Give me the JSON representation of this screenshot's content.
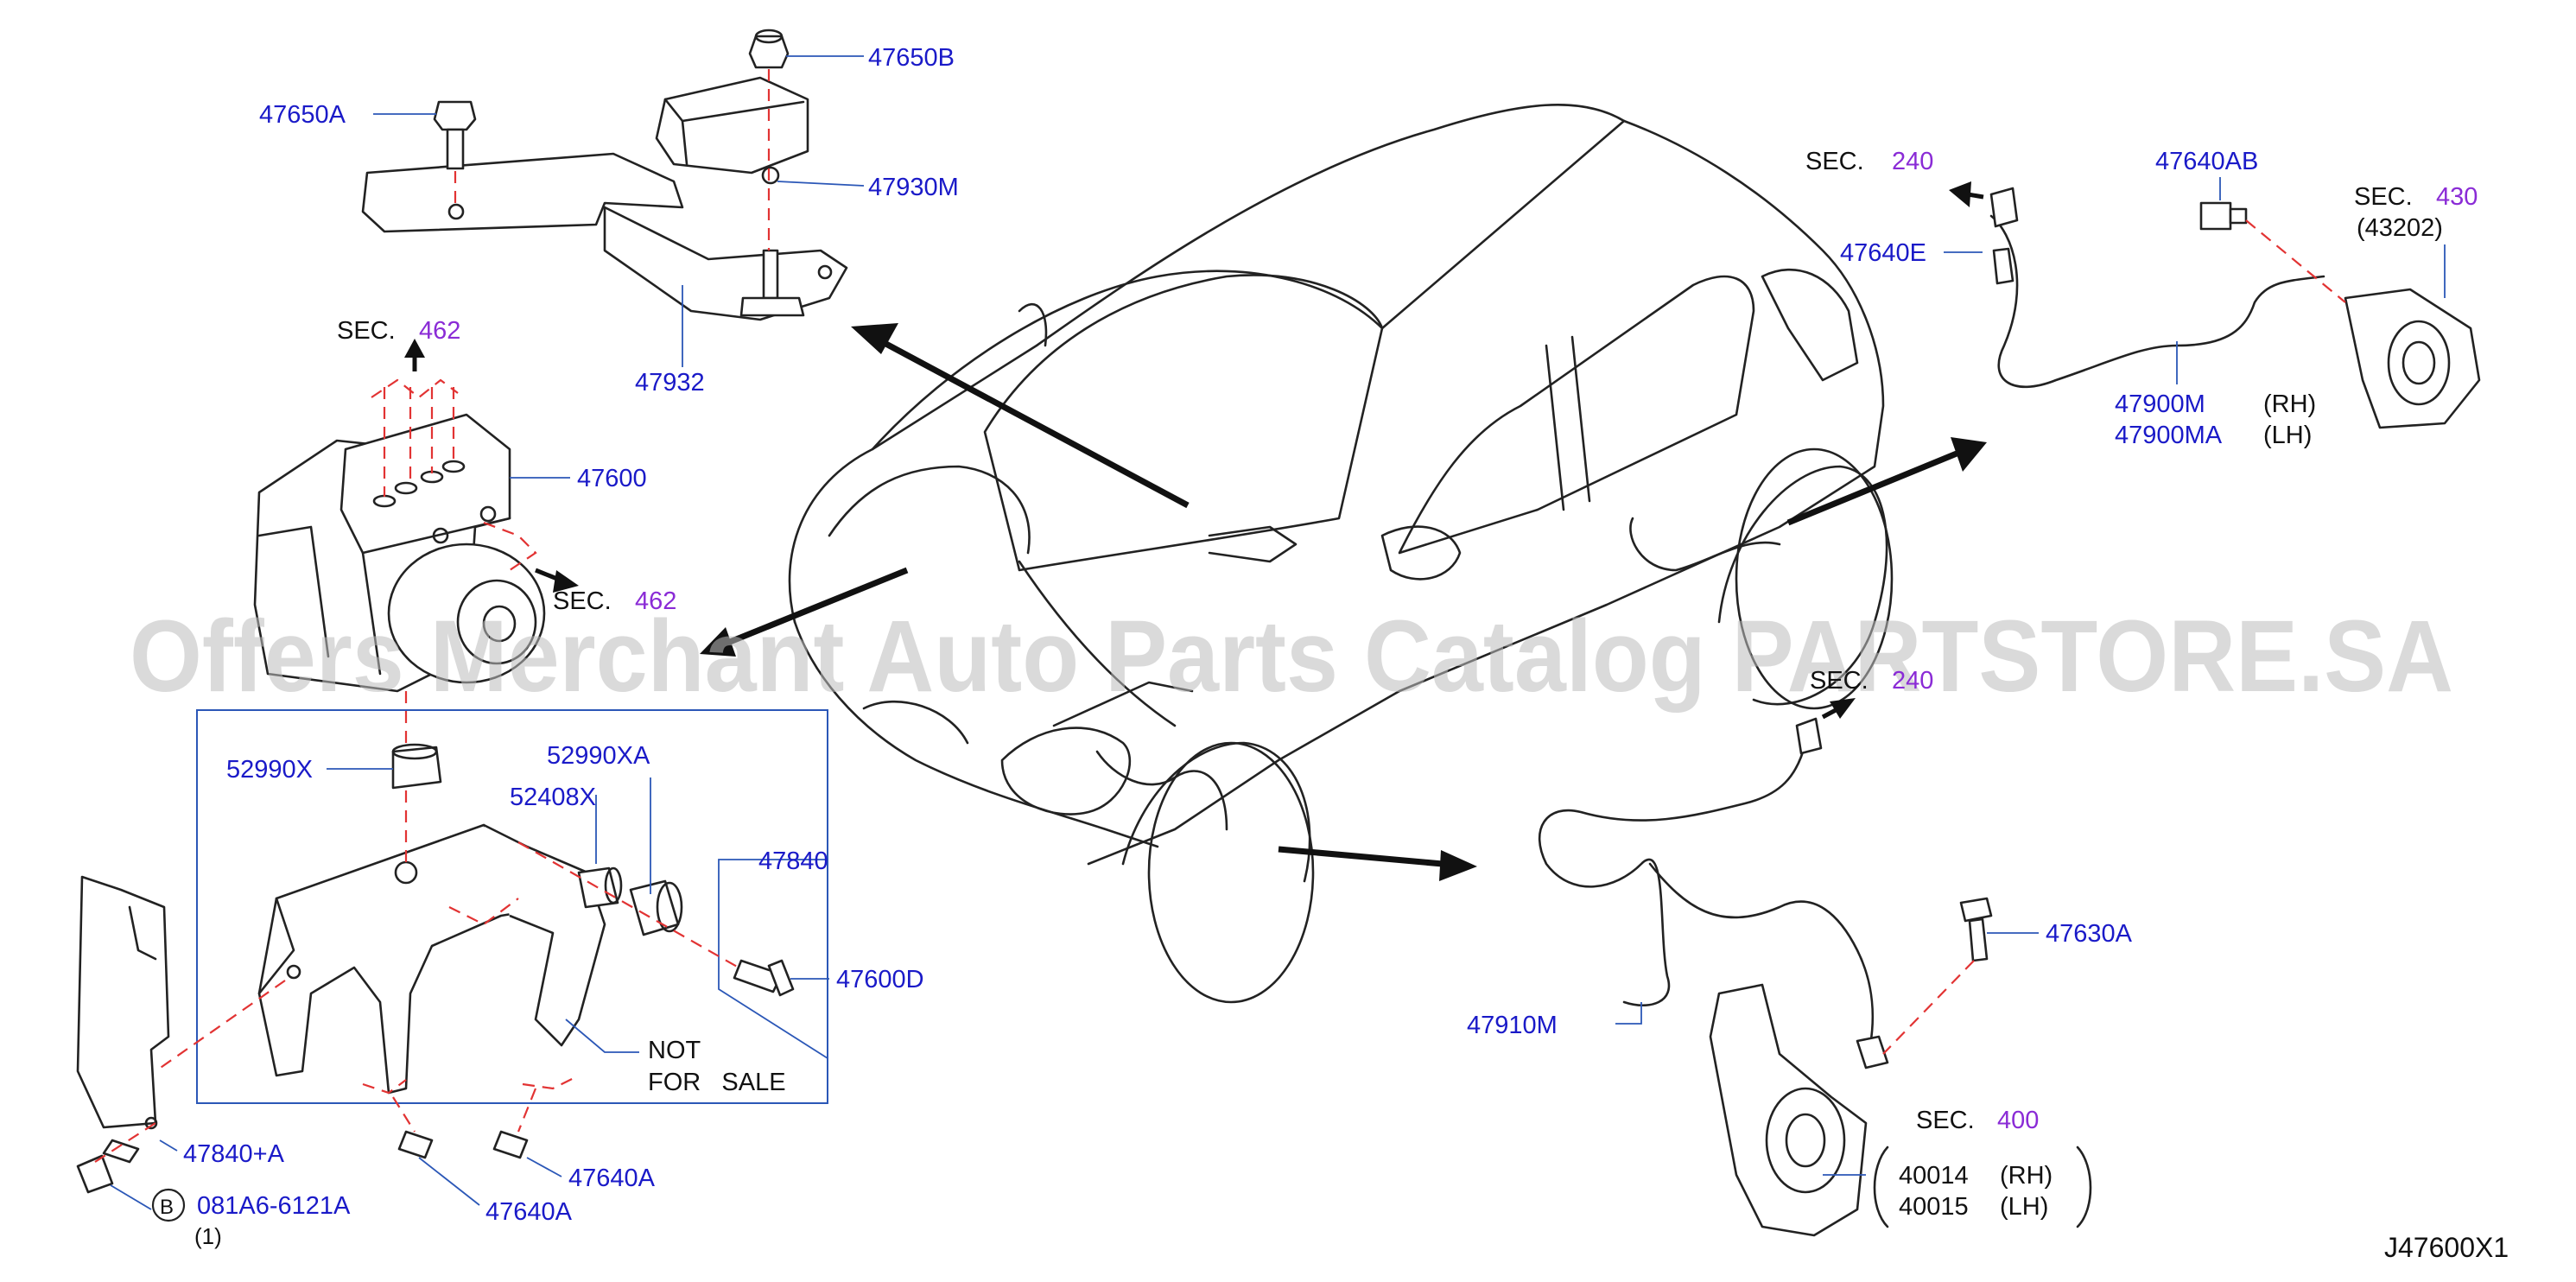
{
  "diagram_code": "J47600X1",
  "watermark": "Offers Merchant Auto Parts Catalog PARTSTORE.SA",
  "part_labels": {
    "p47650A": "47650A",
    "p47650B": "47650B",
    "p47930M": "47930M",
    "p47932": "47932",
    "p47600": "47600",
    "p52990X": "52990X",
    "p52990XA": "52990XA",
    "p52408X": "52408X",
    "p47840": "47840",
    "p47600D": "47600D",
    "p47840A": "47840+A",
    "p47640A_1": "47640A",
    "p47640A_2": "47640A",
    "p081A6": "081A6-6121A",
    "p081A6_qty": "(1)",
    "p47640AB": "47640AB",
    "p47640E": "47640E",
    "p47900M": "47900M",
    "p47900MA": "47900MA",
    "p47910M": "47910M",
    "p47630A": "47630A",
    "p43202": "(43202)",
    "p40014": "40014",
    "p40015": "40015"
  },
  "side_labels": {
    "rh": "(RH)",
    "lh": "(LH)"
  },
  "section_refs": {
    "sec_prefix": "SEC.",
    "s462_top": "462",
    "s462_mid": "462",
    "s240_top": "240",
    "s240_mid": "240",
    "s430": "430",
    "s400": "400"
  },
  "bolt_ref_letter": "B",
  "not_for_sale": {
    "line1": "NOT",
    "line2": "FOR   SALE"
  },
  "colors": {
    "part_number": "#1a1ac8",
    "section_number": "#8a2bd6",
    "leader": "#2b57b7",
    "dashed_axis": "#e23333"
  }
}
